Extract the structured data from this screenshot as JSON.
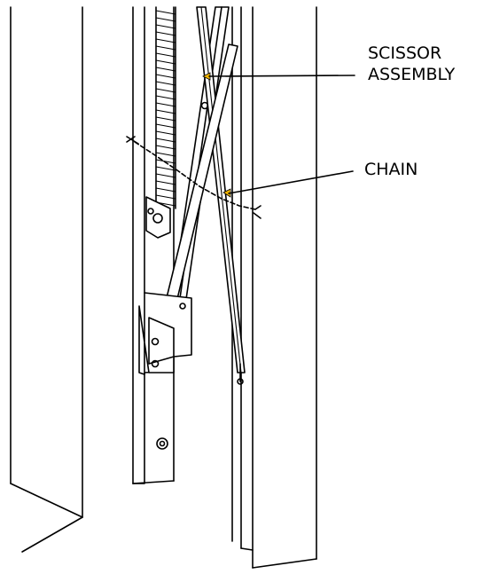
{
  "labels": {
    "scissor_line1": "SCISSOR",
    "scissor_line2": "ASSEMBLY",
    "chain": "CHAIN"
  },
  "colors": {
    "line": "#000000",
    "background": "#ffffff",
    "pointer_marker": "#f0b400"
  }
}
